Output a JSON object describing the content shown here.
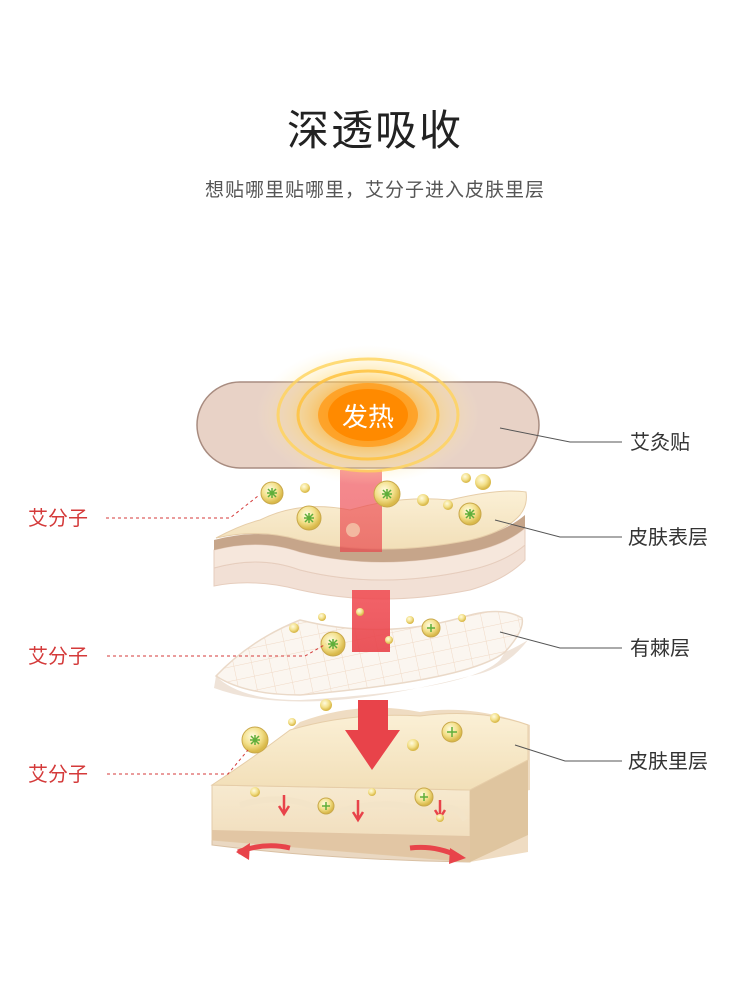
{
  "header": {
    "title": "深透吸收",
    "subtitle": "想贴哪里贴哪里，艾分子进入皮肤里层"
  },
  "patch": {
    "heat_label": "发热"
  },
  "labels": {
    "right": [
      "艾灸贴",
      "皮肤表层",
      "有棘层",
      "皮肤里层"
    ],
    "left": [
      "艾分子",
      "艾分子",
      "艾分子"
    ]
  },
  "colors": {
    "accent_red": "#d43a3a",
    "arrow_red": "#e8434a",
    "patch": "#e8d2c6",
    "heat": "#f7a01e"
  }
}
